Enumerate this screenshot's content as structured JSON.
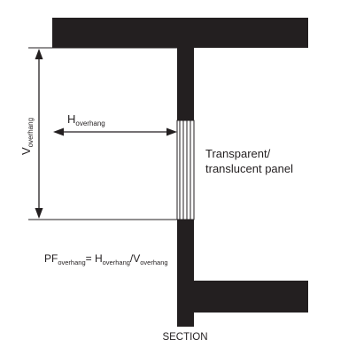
{
  "colors": {
    "ink": "#231f20",
    "background": "#ffffff"
  },
  "labels": {
    "h_main": "H",
    "h_sub": "overhang",
    "v_main": "V",
    "v_sub": "overhang",
    "panel_line1": "Transparent/",
    "panel_line2": "translucent panel",
    "formula_pf": "PF",
    "formula_pf_sub": "overhang",
    "formula_eq_h": "= H",
    "formula_h_sub": "overhang",
    "formula_slash_v": "/V",
    "formula_v_sub": "overhang",
    "section": "SECTION"
  }
}
